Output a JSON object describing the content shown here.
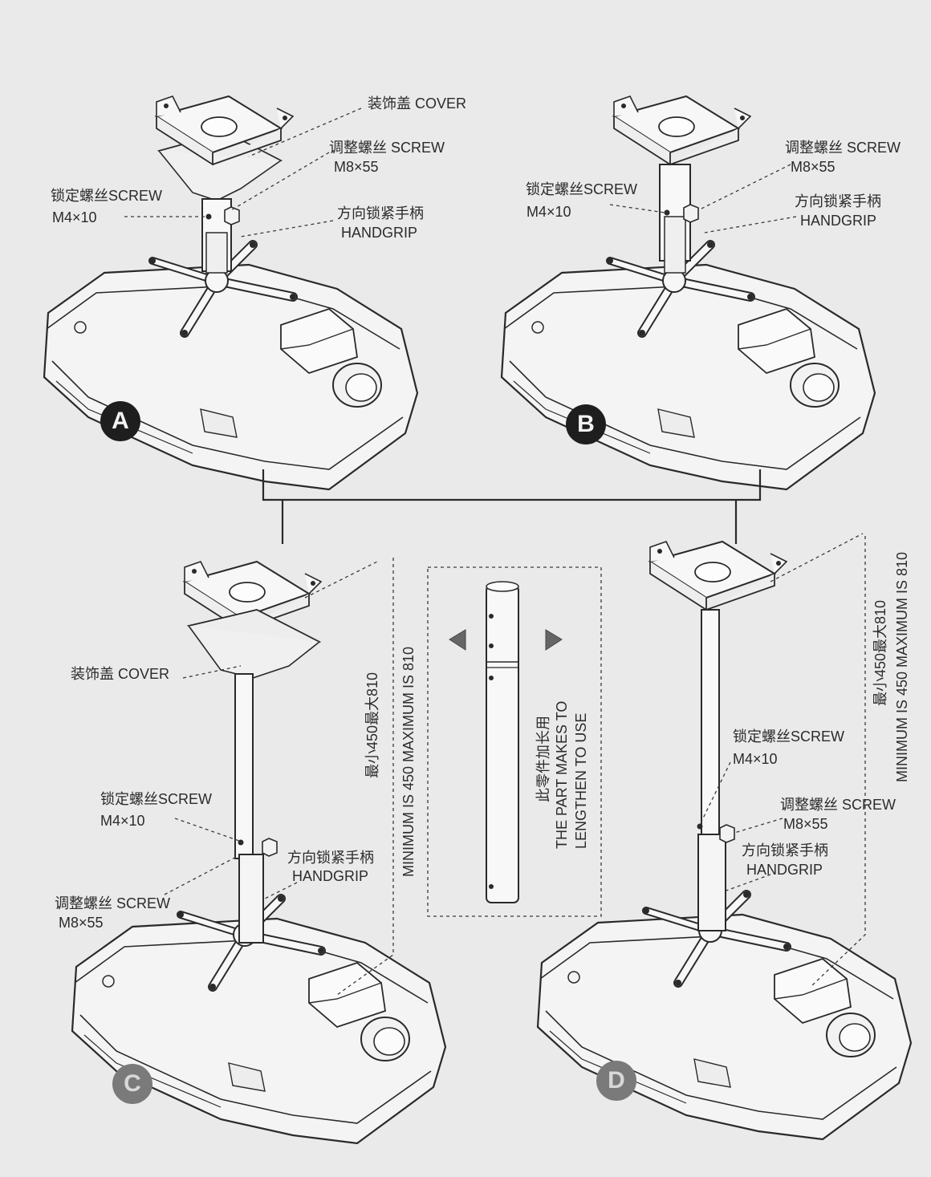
{
  "labels": {
    "a_cover": "装饰盖 COVER",
    "a_screw_adjust": "调整螺丝  SCREW",
    "a_screw_adjust_size": "M8×55",
    "a_screw_lock": "锁定螺丝SCREW",
    "a_screw_lock_size": "M4×10",
    "a_handgrip_cn": "方向锁紧手柄",
    "a_handgrip_en": "HANDGRIP",
    "b_screw_adjust": "调整螺丝  SCREW",
    "b_screw_adjust_size": "M8×55",
    "b_screw_lock": "锁定螺丝SCREW",
    "b_screw_lock_size": "M4×10",
    "b_handgrip_cn": "方向锁紧手柄",
    "b_handgrip_en": "HANDGRIP",
    "c_cover": "装饰盖 COVER",
    "c_screw_lock": "锁定螺丝SCREW",
    "c_screw_lock_size": "M4×10",
    "c_handgrip_cn": "方向锁紧手柄",
    "c_handgrip_en": "HANDGRIP",
    "c_screw_adjust": "调整螺丝  SCREW",
    "c_screw_adjust_size": "M8×55",
    "c_range_cn": "最小450最大810",
    "c_range_en": "MINIMUM IS 450 MAXIMUM IS 810",
    "ext_cn": "此零件加长用",
    "ext_en1": "THE PART MAKES TO",
    "ext_en2": "LENGTHEN TO USE",
    "d_range_cn": "最小450最大810",
    "d_range_en": "MINIMUM IS 450 MAXIMUM IS 810",
    "d_screw_lock": "锁定螺丝SCREW",
    "d_screw_lock_size": "M4×10",
    "d_screw_adjust": "调整螺丝 SCREW",
    "d_screw_adjust_size": "M8×55",
    "d_handgrip_cn": "方向锁紧手柄",
    "d_handgrip_en": "HANDGRIP"
  },
  "badges": {
    "a": "A",
    "b": "B",
    "c": "C",
    "d": "D"
  },
  "colors": {
    "line": "#2a2a2a",
    "paper": "#ebeaeb",
    "fill": "#f6f6f6"
  }
}
